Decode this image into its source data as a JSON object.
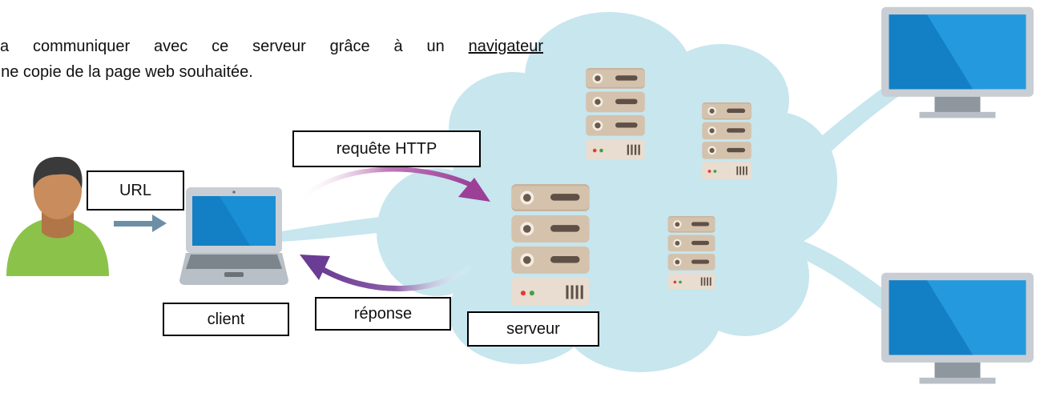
{
  "intro": {
    "line1_text": "va communiquer avec ce serveur grâce à un",
    "line1_link": "navigateur",
    "line2": "une copie de la page web souhaitée."
  },
  "labels": {
    "url": "URL",
    "client": "client",
    "request": "requête HTTP",
    "response": "réponse",
    "server": "serveur"
  },
  "colors": {
    "cloud": "#c7e6ee",
    "arrow": "#a14d9c",
    "screen": "#1b8fd6",
    "server_body": "#c7b39c",
    "user_shirt": "#8bc34a",
    "user_skin": "#c98c5d"
  }
}
